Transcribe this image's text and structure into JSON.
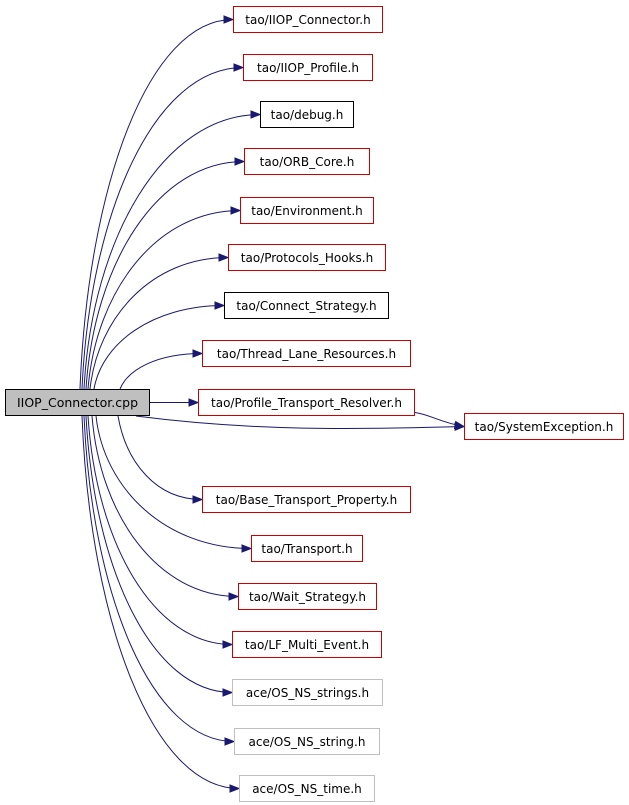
{
  "graph": {
    "root": {
      "label": "IIOP_Connector.cpp"
    },
    "nodes": [
      {
        "id": "n1",
        "label": "tao/IIOP_Connector.h",
        "border": "red"
      },
      {
        "id": "n2",
        "label": "tao/IIOP_Profile.h",
        "border": "red"
      },
      {
        "id": "n3",
        "label": "tao/debug.h",
        "border": "black"
      },
      {
        "id": "n4",
        "label": "tao/ORB_Core.h",
        "border": "red"
      },
      {
        "id": "n5",
        "label": "tao/Environment.h",
        "border": "red"
      },
      {
        "id": "n6",
        "label": "tao/Protocols_Hooks.h",
        "border": "red"
      },
      {
        "id": "n7",
        "label": "tao/Connect_Strategy.h",
        "border": "black"
      },
      {
        "id": "n8",
        "label": "tao/Thread_Lane_Resources.h",
        "border": "red"
      },
      {
        "id": "n9",
        "label": "tao/Profile_Transport_Resolver.h",
        "border": "red"
      },
      {
        "id": "n10",
        "label": "tao/SystemException.h",
        "border": "red"
      },
      {
        "id": "n11",
        "label": "tao/Base_Transport_Property.h",
        "border": "red"
      },
      {
        "id": "n12",
        "label": "tao/Transport.h",
        "border": "red"
      },
      {
        "id": "n13",
        "label": "tao/Wait_Strategy.h",
        "border": "red"
      },
      {
        "id": "n14",
        "label": "tao/LF_Multi_Event.h",
        "border": "red"
      },
      {
        "id": "n15",
        "label": "ace/OS_NS_strings.h",
        "border": "gray"
      },
      {
        "id": "n16",
        "label": "ace/OS_NS_string.h",
        "border": "gray"
      },
      {
        "id": "n17",
        "label": "ace/OS_NS_time.h",
        "border": "gray"
      }
    ],
    "edges": [
      {
        "from": "root",
        "to": "n1"
      },
      {
        "from": "root",
        "to": "n2"
      },
      {
        "from": "root",
        "to": "n3"
      },
      {
        "from": "root",
        "to": "n4"
      },
      {
        "from": "root",
        "to": "n5"
      },
      {
        "from": "root",
        "to": "n6"
      },
      {
        "from": "root",
        "to": "n7"
      },
      {
        "from": "root",
        "to": "n8"
      },
      {
        "from": "root",
        "to": "n9"
      },
      {
        "from": "root",
        "to": "n10"
      },
      {
        "from": "n9",
        "to": "n10"
      },
      {
        "from": "root",
        "to": "n11"
      },
      {
        "from": "root",
        "to": "n12"
      },
      {
        "from": "root",
        "to": "n13"
      },
      {
        "from": "root",
        "to": "n14"
      },
      {
        "from": "root",
        "to": "n15"
      },
      {
        "from": "root",
        "to": "n16"
      },
      {
        "from": "root",
        "to": "n17"
      }
    ],
    "colors": {
      "edge": "#191970",
      "red_border": "#cc0000",
      "black_border": "#000000",
      "gray_border": "#bfbfbf",
      "root_fill": "#bfbfbf"
    }
  }
}
